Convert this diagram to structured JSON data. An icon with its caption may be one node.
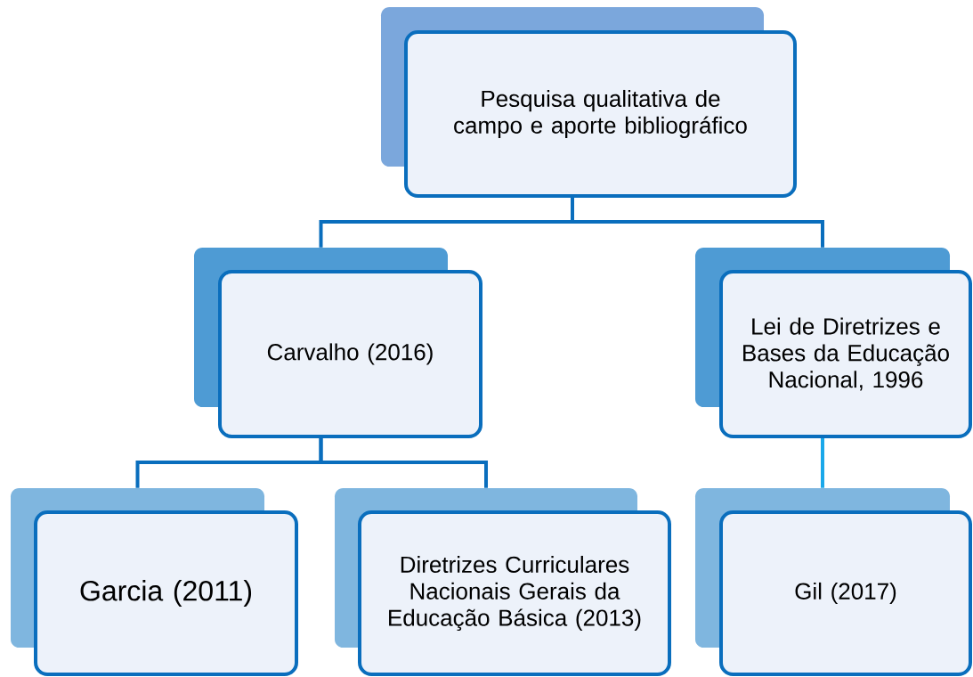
{
  "diagram": {
    "nodes": [
      {
        "text": [
          "Pesquisa qualitativa de campo e aporte bibliográfico"
        ]
      },
      {
        "text": [
          "Carvalho (2016)"
        ]
      },
      {
        "text": [
          "Lei de Diretrizes e Bases da Educação Nacional, 1996"
        ]
      },
      {
        "text": [
          "Garcia (2011)"
        ]
      },
      {
        "text": [
          "Diretrizes Curriculares Nacionais Gerais da Educação Básica (2013)"
        ]
      },
      {
        "text": [
          "Gil (2017)"
        ]
      }
    ],
    "edges": [
      {
        "from": 0,
        "to": 1,
        "arrow": "none"
      },
      {
        "from": 0,
        "to": 2,
        "arrow": "none"
      },
      {
        "from": 1,
        "to": 3,
        "arrow": "none"
      },
      {
        "from": 1,
        "to": 4,
        "arrow": "none"
      },
      {
        "from": 2,
        "to": 5,
        "arrow": "none",
        "color": "#1aa8ea"
      }
    ]
  }
}
